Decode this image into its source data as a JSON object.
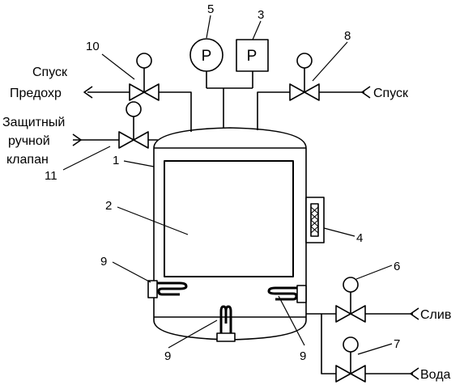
{
  "labels": {
    "spusk_left": "Спуск",
    "predokhr": "Предохр",
    "zashch_line1": "Защитный",
    "zashch_line2": "ручной",
    "zashch_line3": "клапан",
    "spusk_right": "Спуск",
    "sliv": "Слив",
    "voda": "Вода"
  },
  "gauges": {
    "pressure_gauge_symbol": "P",
    "pressure_switch_symbol": "P"
  },
  "callouts": {
    "n1": "1",
    "n2": "2",
    "n3": "3",
    "n4": "4",
    "n5": "5",
    "n6": "6",
    "n7": "7",
    "n8": "8",
    "n9_left": "9",
    "n9_center": "9",
    "n9_right_lower": "9",
    "n10": "10",
    "n11": "11"
  },
  "colors": {
    "stroke": "#000000",
    "background": "#ffffff"
  }
}
